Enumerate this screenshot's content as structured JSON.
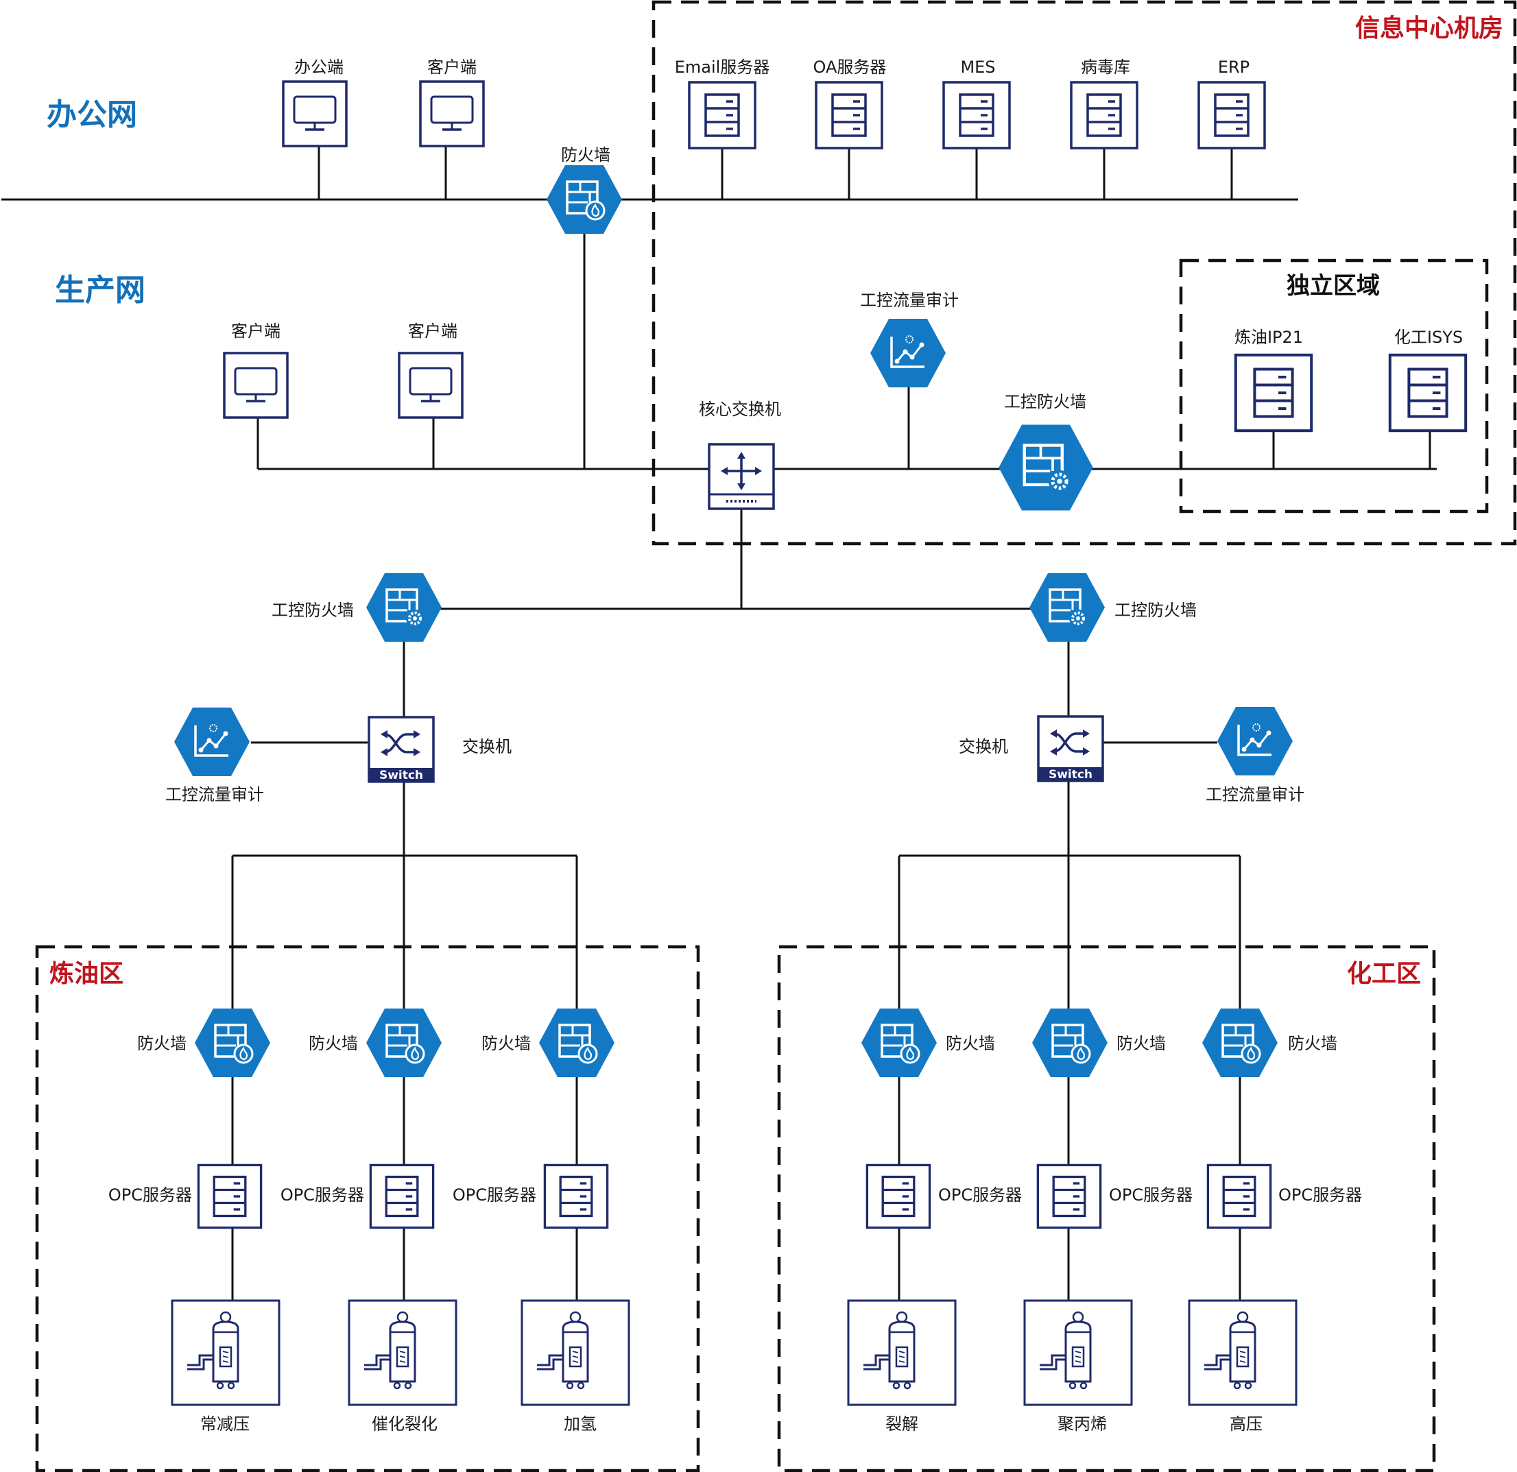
{
  "colors": {
    "navy": "#1f2a6b",
    "hex_blue": "#1479c4",
    "zone_red": "#c0141c",
    "net_blue": "#1470b8"
  },
  "zones": {
    "office_net": "办公网",
    "production_net": "生产网",
    "info_center": "信息中心机房",
    "isolated": "独立区域",
    "refining": "炼油区",
    "chemical": "化工区"
  },
  "office": {
    "client1": "办公端",
    "client2": "客户端",
    "firewall": "防火墙"
  },
  "servers": [
    "Email服务器",
    "OA服务器",
    "MES",
    "病毒库",
    "ERP"
  ],
  "production": {
    "client1": "客户端",
    "client2": "客户端",
    "core_switch": "核心交换机",
    "traffic_audit": "工控流量审计",
    "ics_firewall": "工控防火墙"
  },
  "isolated_servers": [
    "炼油IP21",
    "化工ISYS"
  ],
  "left_branch": {
    "firewall": "工控防火墙",
    "switch": "交换机",
    "switch_badge": "Switch",
    "audit": "工控流量审计"
  },
  "right_branch": {
    "firewall": "工控防火墙",
    "switch": "交换机",
    "switch_badge": "Switch",
    "audit": "工控流量审计"
  },
  "unit_labels": {
    "firewall": "防火墙",
    "opc": "OPC服务器"
  },
  "refining_units": [
    "常减压",
    "催化裂化",
    "加氢"
  ],
  "chemical_units": [
    "裂解",
    "聚丙烯",
    "高压"
  ],
  "icons": {
    "client": "monitor-icon",
    "server": "server-rack-icon",
    "firewall": "firewall-flame-icon",
    "ics_firewall": "firewall-gear-icon",
    "audit": "traffic-chart-icon",
    "core_switch": "core-switch-icon",
    "switch": "switch-icon",
    "reactor": "reactor-vessel-icon"
  }
}
